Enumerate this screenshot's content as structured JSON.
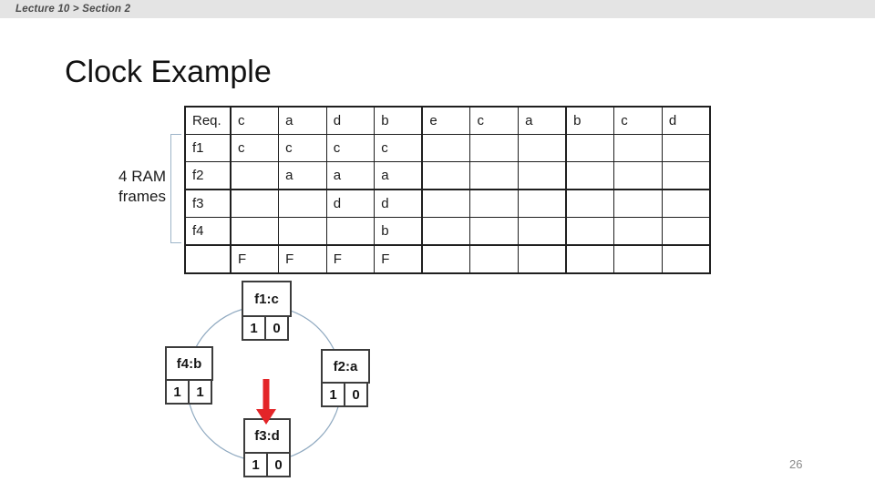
{
  "breadcrumb": {
    "text": "Lecture 10 > Section 2"
  },
  "title": "Clock Example",
  "page_number": "26",
  "frames_label": {
    "line1": "4 RAM",
    "line2": "frames"
  },
  "table": {
    "header": [
      "Req.",
      "c",
      "a",
      "d",
      "b",
      "e",
      "c",
      "a",
      "b",
      "c",
      "d"
    ],
    "rows": [
      [
        "f1",
        "c",
        "c",
        "c",
        "c",
        "",
        "",
        "",
        "",
        "",
        ""
      ],
      [
        "f2",
        "",
        "a",
        "a",
        "a",
        "",
        "",
        "",
        "",
        "",
        ""
      ],
      [
        "f3",
        "",
        "",
        "d",
        "d",
        "",
        "",
        "",
        "",
        "",
        ""
      ],
      [
        "f4",
        "",
        "",
        "",
        "b",
        "",
        "",
        "",
        "",
        "",
        ""
      ],
      [
        "",
        "F",
        "F",
        "F",
        "F",
        "",
        "",
        "",
        "",
        "",
        ""
      ]
    ],
    "fault_marker": "F",
    "red_hit_cells": [
      {
        "row": "f1",
        "request_col": 1,
        "value": "c"
      },
      {
        "row": "f2",
        "request_col": 2,
        "value": "a"
      },
      {
        "row": "f3",
        "request_col": 3,
        "value": "d"
      },
      {
        "row": "f4",
        "request_col": 4,
        "value": "b"
      }
    ]
  },
  "clock": {
    "nodes": [
      {
        "id": "f1",
        "label": "f1:c",
        "bits": [
          "1",
          "0"
        ],
        "position": "top"
      },
      {
        "id": "f2",
        "label": "f2:a",
        "bits": [
          "1",
          "0"
        ],
        "position": "right"
      },
      {
        "id": "f3",
        "label": "f3:d",
        "bits": [
          "1",
          "0"
        ],
        "position": "bottom"
      },
      {
        "id": "f4",
        "label": "f4:b",
        "bits": [
          "1",
          "1"
        ],
        "position": "left"
      }
    ],
    "pointer_target": "f3:d"
  },
  "colors": {
    "accent_red": "#a2343a",
    "arrow_red": "#e32528",
    "circle_stroke": "#8fa9c0",
    "bracket_stroke": "#9db4c8",
    "topbar_bg": "#e4e4e4"
  }
}
